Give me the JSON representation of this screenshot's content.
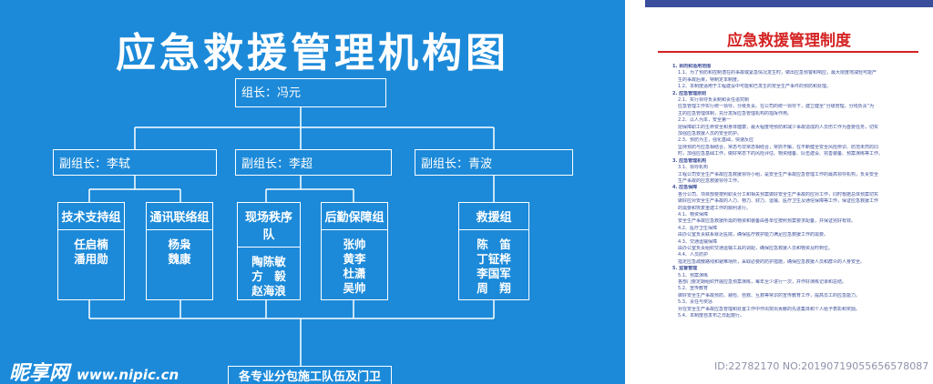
{
  "chart": {
    "title": "应急救援管理机构图",
    "leader": "组长：冯元",
    "deputies": [
      {
        "label": "副组长：李轼"
      },
      {
        "label": "副组长：李超"
      },
      {
        "label": "副组长：青波"
      }
    ],
    "teams": [
      {
        "name": "技术支持组",
        "members": [
          "任启楠",
          "潘用勋"
        ]
      },
      {
        "name": "通讯联络组",
        "members": [
          "杨枭",
          "魏康"
        ]
      },
      {
        "name": "现场秩序队",
        "members": [
          "陶陈敏",
          "方　毅",
          "赵海浪"
        ]
      },
      {
        "name": "后勤保障组",
        "members": [
          "张帅",
          "黄李",
          "杜潇",
          "吴帅"
        ]
      },
      {
        "name": "救援组",
        "members": [
          "陈　笛",
          "丁钲桦",
          "李国军",
          "周　翔"
        ]
      }
    ],
    "footer": "各专业分包施工队伍及门卫"
  },
  "watermark": {
    "brand": "昵享网",
    "url": "www.nipic.cn",
    "doc_id": "ID:22782170 NO:20190719055656578087"
  },
  "document": {
    "title": "应急救援管理制度",
    "lines": [
      {
        "text": "1. 目的和适用范围",
        "h": true
      },
      {
        "text": "1.1、为了预防和控制潜在的事故或紧急情况发生时，做出应急预警和响应，最大限度地减轻可能产",
        "h": false
      },
      {
        "text": "生的事故后果，特制定本制度。",
        "h": false
      },
      {
        "text": "1.2、本制度适用于工程建设中可能和已发生的安全生产事件的预防和处理。",
        "h": false
      },
      {
        "text": "2. 应急管理原则",
        "h": true
      },
      {
        "text": "2.1、实行领导负责制和责任追究制",
        "h": false
      },
      {
        "text": "应急管理工作实行统一领导，分级负责。在公司的统一领导下，建立健全“分级管理，分线负责”为",
        "h": false
      },
      {
        "text": "主的应急管理体制，充分发挥应急管理机构的指挥作用。",
        "h": false
      },
      {
        "text": "2.2、以人为本，安全第一",
        "h": false
      },
      {
        "text": "把保障职工的生命安全和身体健康，最大程度地预防和减少事故造成的人员伤亡作为首要任务，切实",
        "h": false
      },
      {
        "text": "加强应急救援人员的安全防护。",
        "h": false
      },
      {
        "text": "2.3、预防为主，强化基础，快速反应",
        "h": false
      },
      {
        "text": "坚持预防与应急相结合，常态与非常态相结合，常抓不懈，在不断健全安全风险辨识、防范未然的同",
        "h": false
      },
      {
        "text": "时，加强应急基础工作，做好常态下的风险评估、物资储备、队伍建设、完善装备、预案演练等工作。",
        "h": false
      },
      {
        "text": "3. 应急管理机构",
        "h": true
      },
      {
        "text": "3.1、领导机构",
        "h": false
      },
      {
        "text": "工程公司安全生产事故应急救援领导小组，是安全生产事故应急管理工作的最高领导机构，负责安全",
        "h": false
      },
      {
        "text": "生产事故的应急救援领导工作。",
        "h": false
      },
      {
        "text": "4. 应急保障",
        "h": true
      },
      {
        "text": "各分公司、项目部要按照职责分工和相关预案做好安全生产事故的应对工作，同时根据总体预案切实",
        "h": false
      },
      {
        "text": "做好应对安全生产事故的人力、物力、财力、运输、医疗卫生及通信保障等工作，保证应急救援工作",
        "h": false
      },
      {
        "text": "的需要和恢复重建工作的顺利进行。",
        "h": false
      },
      {
        "text": "4.1、物资保障",
        "h": false
      },
      {
        "text": "安全生产事故应急救援所需的物资和装备由各单位按照预案要求配备，并保证完好有效。",
        "h": false
      },
      {
        "text": "4.2、医疗卫生保障",
        "h": false
      },
      {
        "text": "由办公室负责联系就近医院，确保医疗救护能力满足应急救援工作的需要。",
        "h": false
      },
      {
        "text": "4.3、交通运输保障",
        "h": false
      },
      {
        "text": "由办公室负责组织交通运输工具的调配，确保应急救援人员和物资及时到位。",
        "h": false
      },
      {
        "text": "4.4、人员防护",
        "h": false
      },
      {
        "text": "指定应急疏散路线和避难场所，采取必要的防护措施，确保应急救援人员和群众的人身安全。",
        "h": false
      },
      {
        "text": "5. 监督管理",
        "h": true
      },
      {
        "text": "5.1、预案演练",
        "h": false
      },
      {
        "text": "各部门要定期组织开展应急预案演练，每年至少进行一次，并作好演练记录和总结。",
        "h": false
      },
      {
        "text": "5.2、宣传教育",
        "h": false
      },
      {
        "text": "做好安全生产事故预防、避险、自救、互救等常识的宣传教育工作，提高员工的应急能力。",
        "h": false
      },
      {
        "text": "5.3、责任与奖惩",
        "h": false
      },
      {
        "text": "对在安全生产事故应急管理和处置工作中作出突出贡献的先进集体和个人给予表彰和奖励。",
        "h": false
      },
      {
        "text": "5.4、本制度自发布之日起施行。",
        "h": false
      }
    ]
  }
}
